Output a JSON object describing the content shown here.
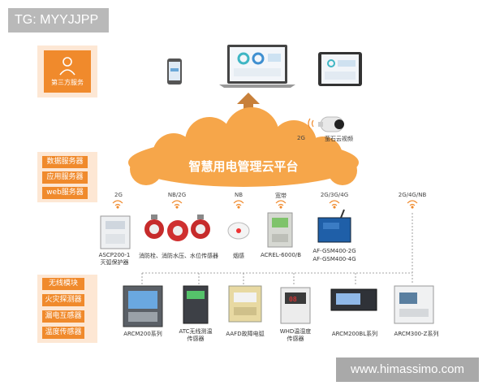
{
  "watermark_top": "TG: MYYJJPP",
  "watermark_bottom": "www.himassimo.com",
  "third_party": "第三方服务",
  "cloud_title": "智慧用电管理云平台",
  "camera": {
    "net": "2G",
    "label": "萤石云视频"
  },
  "servers": [
    "数据服务器",
    "应用服务器",
    "web服务器"
  ],
  "sensors_left": [
    "无线模块",
    "火灾探测器",
    "漏电互感器",
    "温度传感器"
  ],
  "top_devices": [
    {
      "net": "2G",
      "label": "ASCP200-1\n灭弧保护器"
    },
    {
      "net": "NB/2G",
      "label": "消防栓、消防水压、水位传感器"
    },
    {
      "net": "NB",
      "label": "烟感"
    },
    {
      "net": "宽带",
      "label": "ACREL-6000/B"
    },
    {
      "net": "2G/3G/4G",
      "label": "AF-GSM400-2G\nAF-GSM400-4G"
    },
    {
      "net": "2G/4G/NB",
      "label": ""
    }
  ],
  "bottom_devices": [
    {
      "label": "ARCM200系列"
    },
    {
      "label": "ATC无线测温\n传感器"
    },
    {
      "label": "AAFD故障电弧"
    },
    {
      "label": "WHD温湿度\n传感器"
    },
    {
      "label": "ARCM200BL系列"
    },
    {
      "label": "ARCM300-Z系列"
    }
  ],
  "colors": {
    "accent": "#f08a2c",
    "panel": "#fde7d4",
    "cloud": "#f6a64a"
  }
}
